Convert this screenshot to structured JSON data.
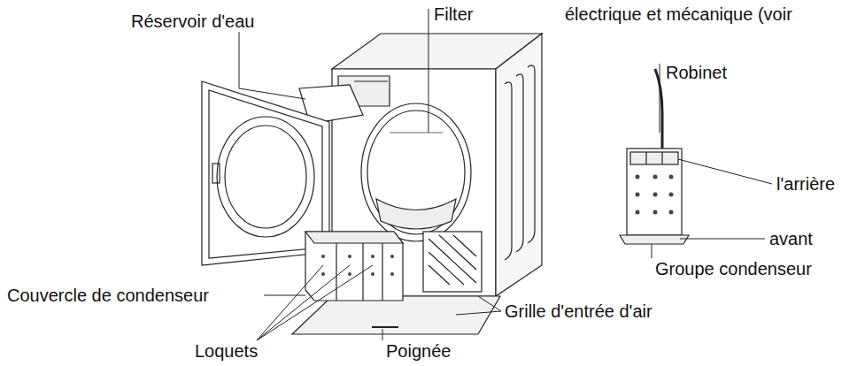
{
  "diagram": {
    "labels": [
      "Réservoir d'eau",
      "Filter",
      "électrique et mécanique (voir",
      "Robinet",
      "l'arrière",
      "avant",
      "Groupe condenseur",
      "Couvercle de condenseur",
      "Grille d'entrée d'air",
      "Loquets",
      "Poignée"
    ]
  }
}
